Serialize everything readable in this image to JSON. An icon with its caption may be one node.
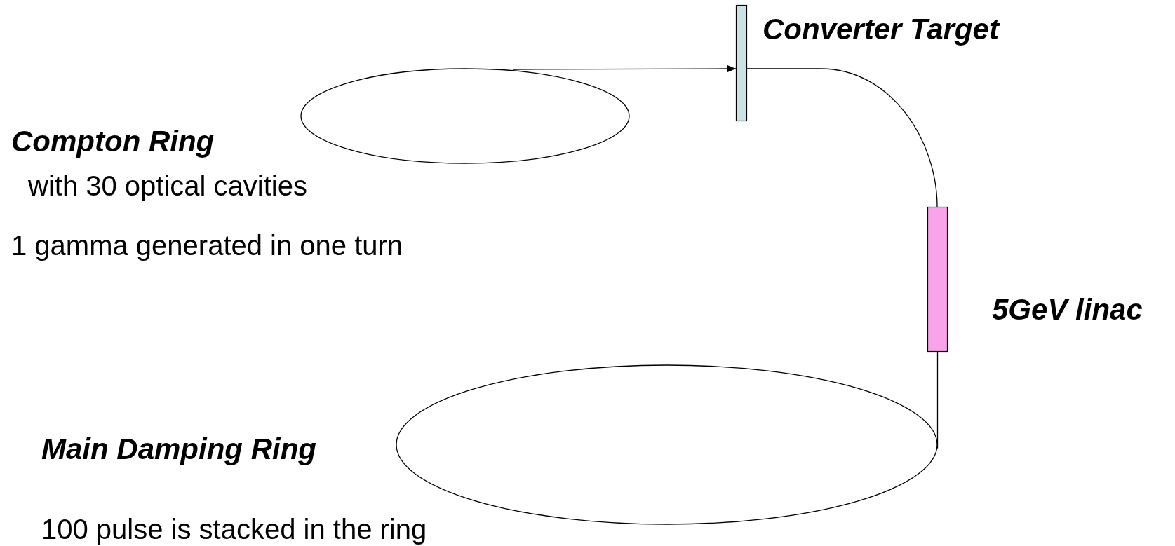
{
  "diagram": {
    "nodes": [
      {
        "text": [],
        "shape": "ellipse",
        "beside": [
          "Compton Ring",
          "with 30 optical cavities",
          "1 gamma generated in one turn"
        ]
      },
      {
        "text": [],
        "shape": "bar",
        "beside": [
          "Converter Target"
        ]
      },
      {
        "text": [],
        "shape": "bar",
        "beside": [
          "5GeV linac"
        ]
      },
      {
        "text": [],
        "shape": "ellipse",
        "beside": [
          "Main Damping Ring",
          "100 pulse is stacked in the ring"
        ]
      }
    ],
    "edges": [
      {
        "from": 0,
        "to": 1,
        "arrow": "to"
      },
      {
        "from": 1,
        "to": 2,
        "arrow": "none"
      },
      {
        "from": 2,
        "to": 3,
        "arrow": "none"
      }
    ]
  }
}
